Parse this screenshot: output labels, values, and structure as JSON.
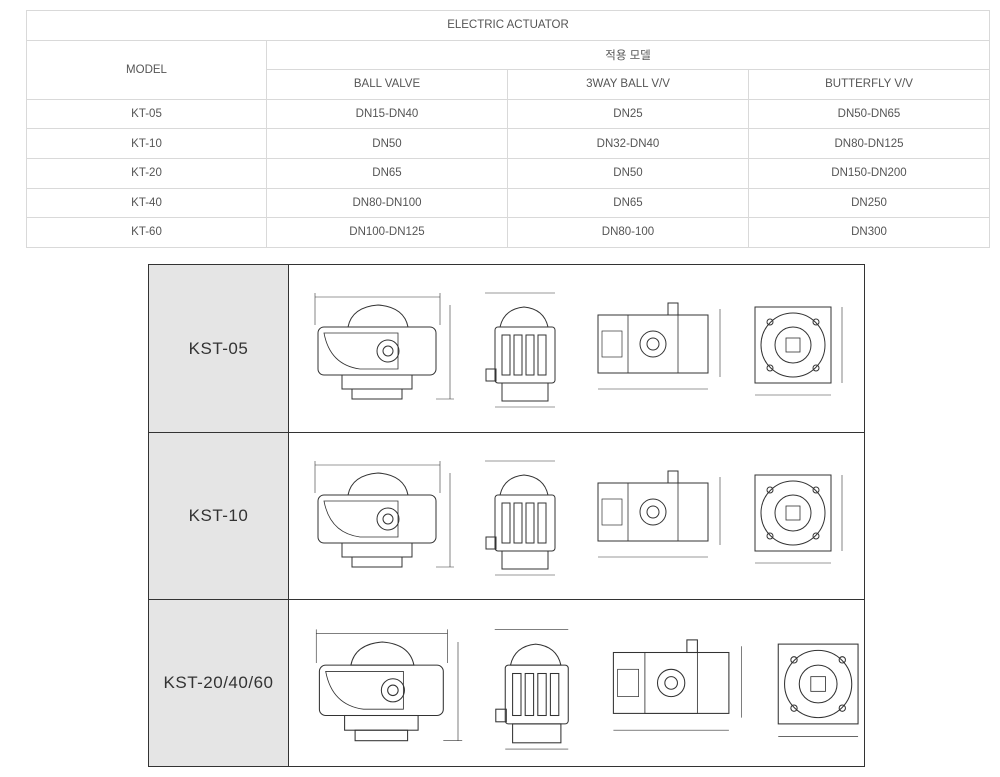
{
  "table": {
    "title": "ELECTRIC ACTUATOR",
    "model_header": "MODEL",
    "group_header": "적용 모델",
    "columns": [
      "BALL VALVE",
      "3WAY BALL V/V",
      "BUTTERFLY V/V"
    ],
    "rows": [
      {
        "model": "KT-05",
        "ball": "DN15-DN40",
        "three_way": "DN25",
        "butterfly": "DN50-DN65"
      },
      {
        "model": "KT-10",
        "ball": "DN50",
        "three_way": "DN32-DN40",
        "butterfly": "DN80-DN125"
      },
      {
        "model": "KT-20",
        "ball": "DN65",
        "three_way": "DN50",
        "butterfly": "DN150-DN200"
      },
      {
        "model": "KT-40",
        "ball": "DN80-DN100",
        "three_way": "DN65",
        "butterfly": "DN250"
      },
      {
        "model": "KT-60",
        "ball": "DN100-DN125",
        "three_way": "DN80-100",
        "butterfly": "DN300"
      }
    ]
  },
  "drawings": [
    {
      "label": "KST-05"
    },
    {
      "label": "KST-10"
    },
    {
      "label": "KST-20/40/60"
    }
  ]
}
